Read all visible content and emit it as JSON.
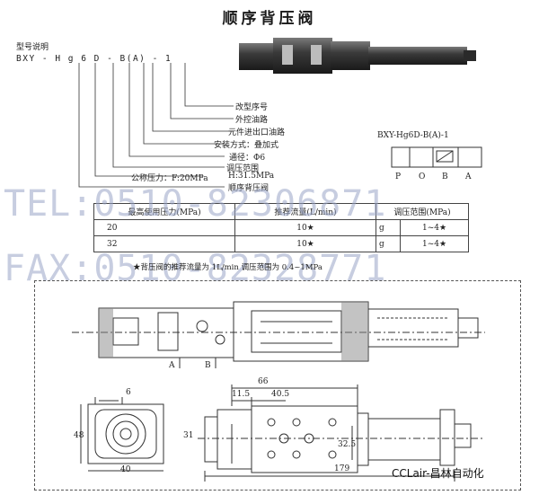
{
  "title": "顺序背压阀",
  "model_heading": "型号说明",
  "model_code": "BXY - H g 6 D - B(A) - 1",
  "model_labels": [
    "改型序号",
    "外控油路",
    "元件进出口油路",
    "安装方式：叠加式",
    "通径：Φ6",
    "调压范围",
    "H:31.5MPa",
    "公称压力：F:20MPa",
    "顺序背压阀"
  ],
  "symbol": {
    "model": "BXY-Hg6D-B(A)-1",
    "ports": [
      "P",
      "O",
      "B",
      "A"
    ]
  },
  "table": {
    "headers": [
      "最高使用压力(MPa)",
      "推荐流量(L/min)",
      "调压范围(MPa)"
    ],
    "rows": [
      {
        "pressure": "20",
        "flow": "10★",
        "code": "g",
        "range": "1~4★"
      },
      {
        "pressure": "32",
        "flow": "10★",
        "code": "g",
        "range": "1~4★"
      }
    ],
    "footnote": "★背压阀的推荐流量为 1L/min  调压范围为 0.4~1MPa"
  },
  "watermarks": {
    "tel": "TEL:0510-82306871",
    "fax": "FAX:0510-82328771"
  },
  "section_labels": [
    "A",
    "B"
  ],
  "dimensions": {
    "d6": "6",
    "d48": "48",
    "d40": "40",
    "d66": "66",
    "d11_5": "11.5",
    "d40_5": "40.5",
    "d31": "31",
    "d32_5": "32.5",
    "d179": "179"
  },
  "brand": "CCLair-昌林自动化"
}
